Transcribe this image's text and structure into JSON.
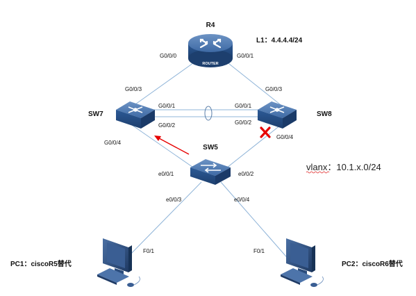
{
  "devices": {
    "r4": {
      "name": "R4",
      "badge": "ROUTER"
    },
    "sw7": {
      "name": "SW7"
    },
    "sw8": {
      "name": "SW8"
    },
    "sw5": {
      "name": "SW5"
    }
  },
  "annotations": {
    "l1": "L1：4.4.4.4/24",
    "vlan_prefix": "vlanx",
    "vlan_suffix": "：10.1.x.0/24",
    "pc1": "PC1：ciscoR5替代",
    "pc2": "PC2：ciscoR6替代"
  },
  "ports": {
    "r4_g000": "G0/0/0",
    "r4_g001": "G0/0/1",
    "sw7_g003": "G0/0/3",
    "sw7_g001": "G0/0/1",
    "sw7_g002": "G0/0/2",
    "sw7_g004": "G0/0/4",
    "sw8_g003": "G0/0/3",
    "sw8_g001": "G0/0/1",
    "sw8_g002": "G0/0/2",
    "sw8_g004": "G0/0/4",
    "sw5_e001": "e0/0/1",
    "sw5_e002": "e0/0/2",
    "sw5_e003": "e0/0/3",
    "sw5_e004": "e0/0/4",
    "pc1_f01": "F0/1",
    "pc2_f01": "F0/1"
  },
  "colors": {
    "device_blue": "#2f5d97",
    "link": "#8fb4d8",
    "arrow_red": "#e60000",
    "x_mark_red": "#e60000"
  }
}
